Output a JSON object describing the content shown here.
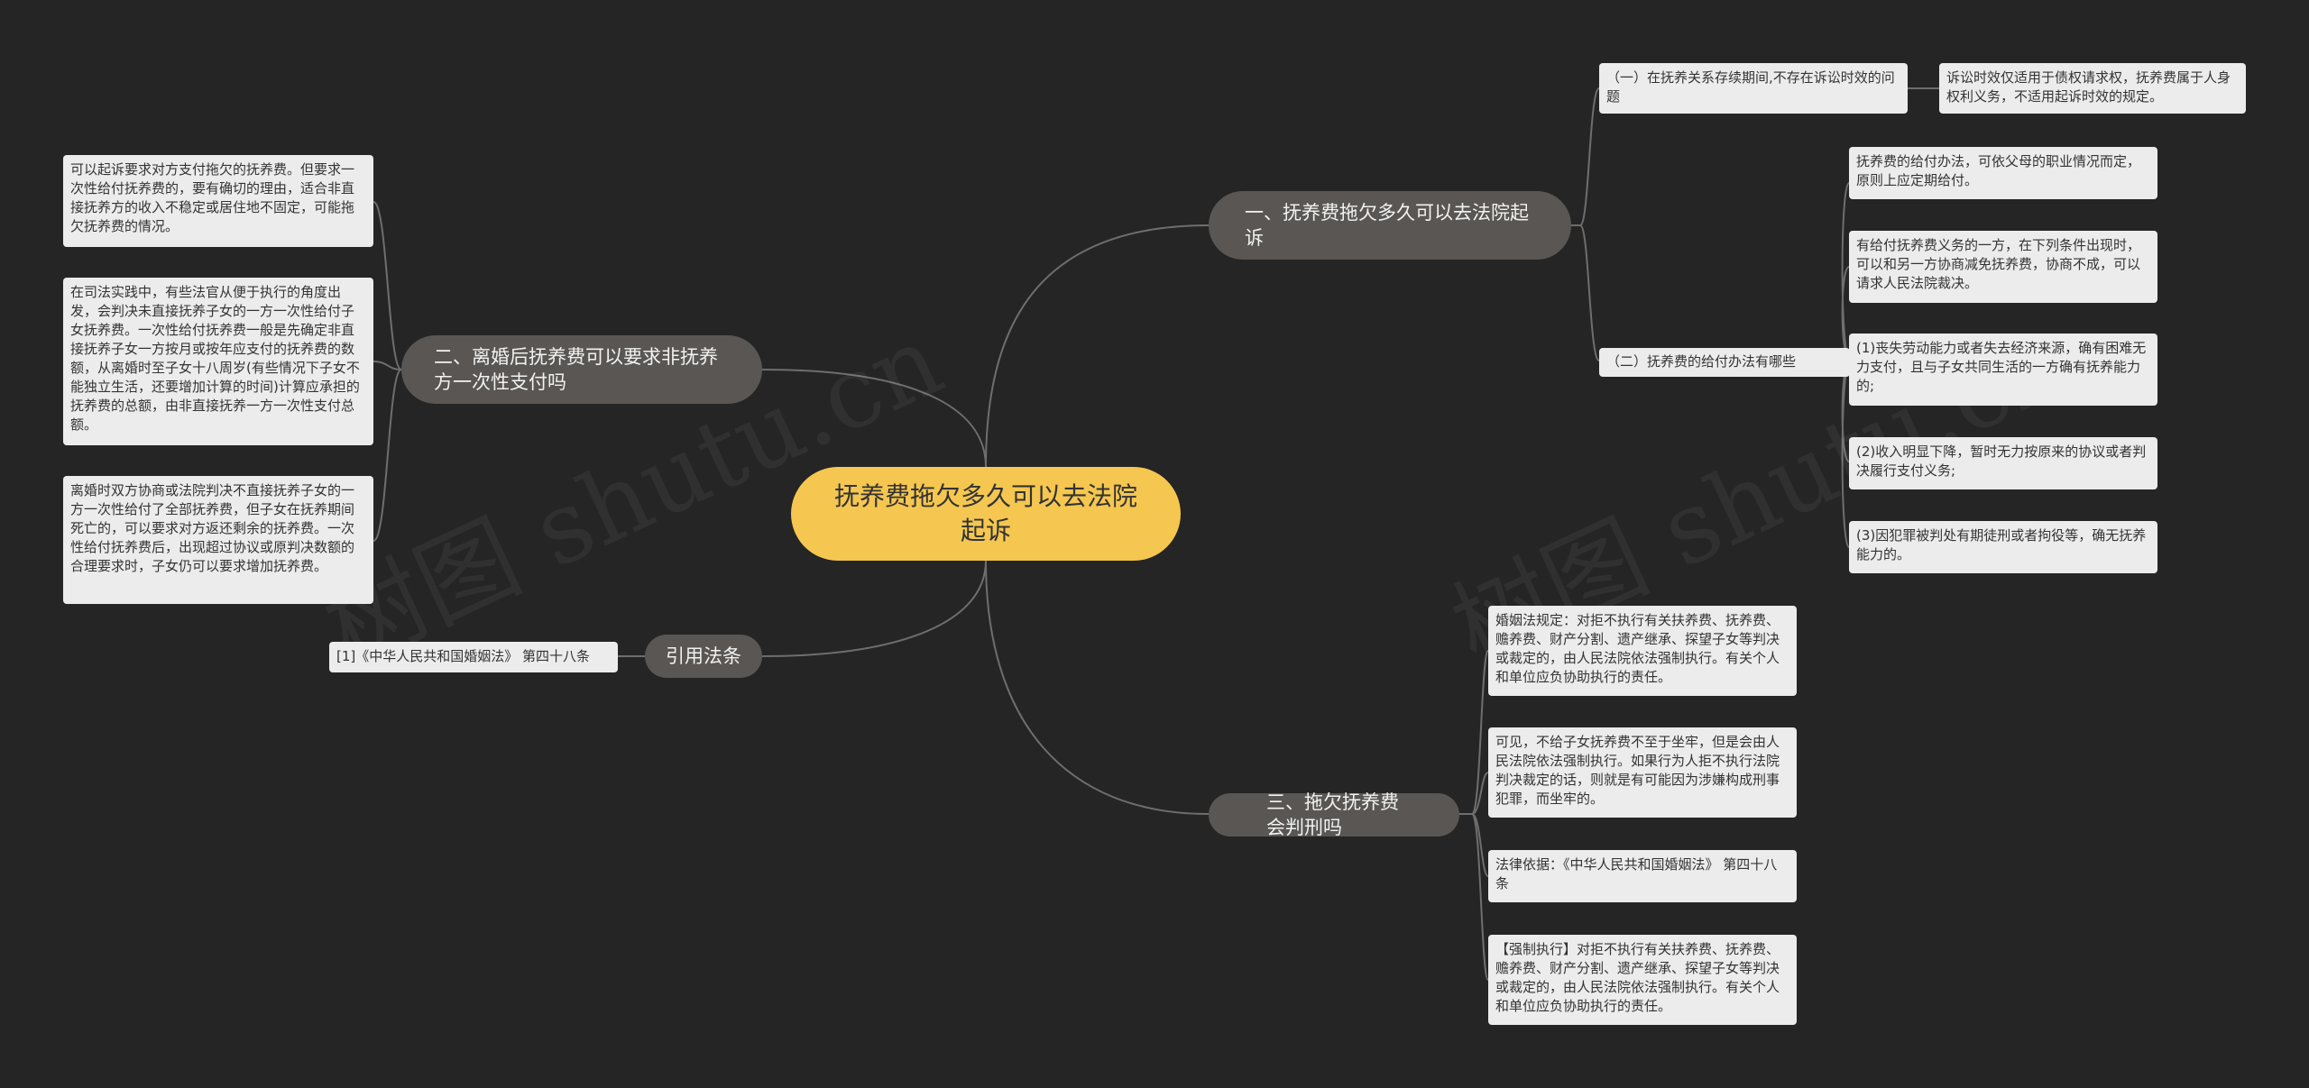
{
  "root": {
    "title": "抚养费拖欠多久可以去法院起诉"
  },
  "branches": {
    "b1": {
      "label": "一、抚养费拖欠多久可以去法院起诉",
      "subs": {
        "s1": {
          "label": "（一）在抚养关系存续期间,不存在诉讼时效的问题",
          "detail": "诉讼时效仅适用于债权请求权，抚养费属于人身权利义务，不适用起诉时效的规定。"
        },
        "s2": {
          "label": "（二）抚养费的给付办法有哪些",
          "details": [
            "抚养费的给付办法，可依父母的职业情况而定，原则上应定期给付。",
            "有给付抚养费义务的一方，在下列条件出现时，可以和另一方协商减免抚养费，协商不成，可以请求人民法院裁决。",
            "(1)丧失劳动能力或者失去经济来源，确有困难无力支付，且与子女共同生活的一方确有抚养能力的;",
            "(2)收入明显下降，暂时无力按原来的协议或者判决履行支付义务;",
            "(3)因犯罪被判处有期徒刑或者拘役等，确无抚养能力的。"
          ]
        }
      }
    },
    "b2": {
      "label": "二、离婚后抚养费可以要求非抚养方一次性支付吗",
      "details": [
        "可以起诉要求对方支付拖欠的抚养费。但要求一次性给付抚养费的，要有确切的理由，适合非直接抚养方的收入不稳定或居住地不固定，可能拖欠抚养费的情况。",
        "在司法实践中，有些法官从便于执行的角度出发，会判决未直接抚养子女的一方一次性给付子女抚养费。一次性给付抚养费一般是先确定非直接抚养子女一方按月或按年应支付的抚养费的数额，从离婚时至子女十八周岁(有些情况下子女不能独立生活，还要增加计算的时间)计算应承担的抚养费的总额，由非直接抚养一方一次性支付总额。",
        "离婚时双方协商或法院判决不直接抚养子女的一方一次性给付了全部抚养费，但子女在抚养期间死亡的，可以要求对方返还剩余的抚养费。一次性给付抚养费后，出现超过协议或原判决数额的合理要求时，子女仍可以要求增加抚养费。"
      ]
    },
    "b3": {
      "label": "引用法条",
      "details": [
        "[1]《中华人民共和国婚姻法》 第四十八条"
      ]
    },
    "b4": {
      "label": "三、拖欠抚养费会判刑吗",
      "details": [
        "婚姻法规定：对拒不执行有关扶养费、抚养费、赡养费、财产分割、遗产继承、探望子女等判决或裁定的，由人民法院依法强制执行。有关个人和单位应负协助执行的责任。",
        "可见，不给子女抚养费不至于坐牢，但是会由人民法院依法强制执行。如果行为人拒不执行法院判决裁定的话，则就是有可能因为涉嫌构成刑事犯罪，而坐牢的。",
        "法律依据：《中华人民共和国婚姻法》 第四十八条",
        "【强制执行】对拒不执行有关扶养费、抚养费、赡养费、财产分割、遗产继承、探望子女等判决或裁定的，由人民法院依法强制执行。有关个人和单位应负协助执行的责任。"
      ]
    }
  },
  "watermark": "树图 shutu.cn",
  "colors": {
    "background": "#252525",
    "root": "#f5c750",
    "branch": "#595653",
    "leaf": "#ececec",
    "line": "#6e6e6e"
  }
}
